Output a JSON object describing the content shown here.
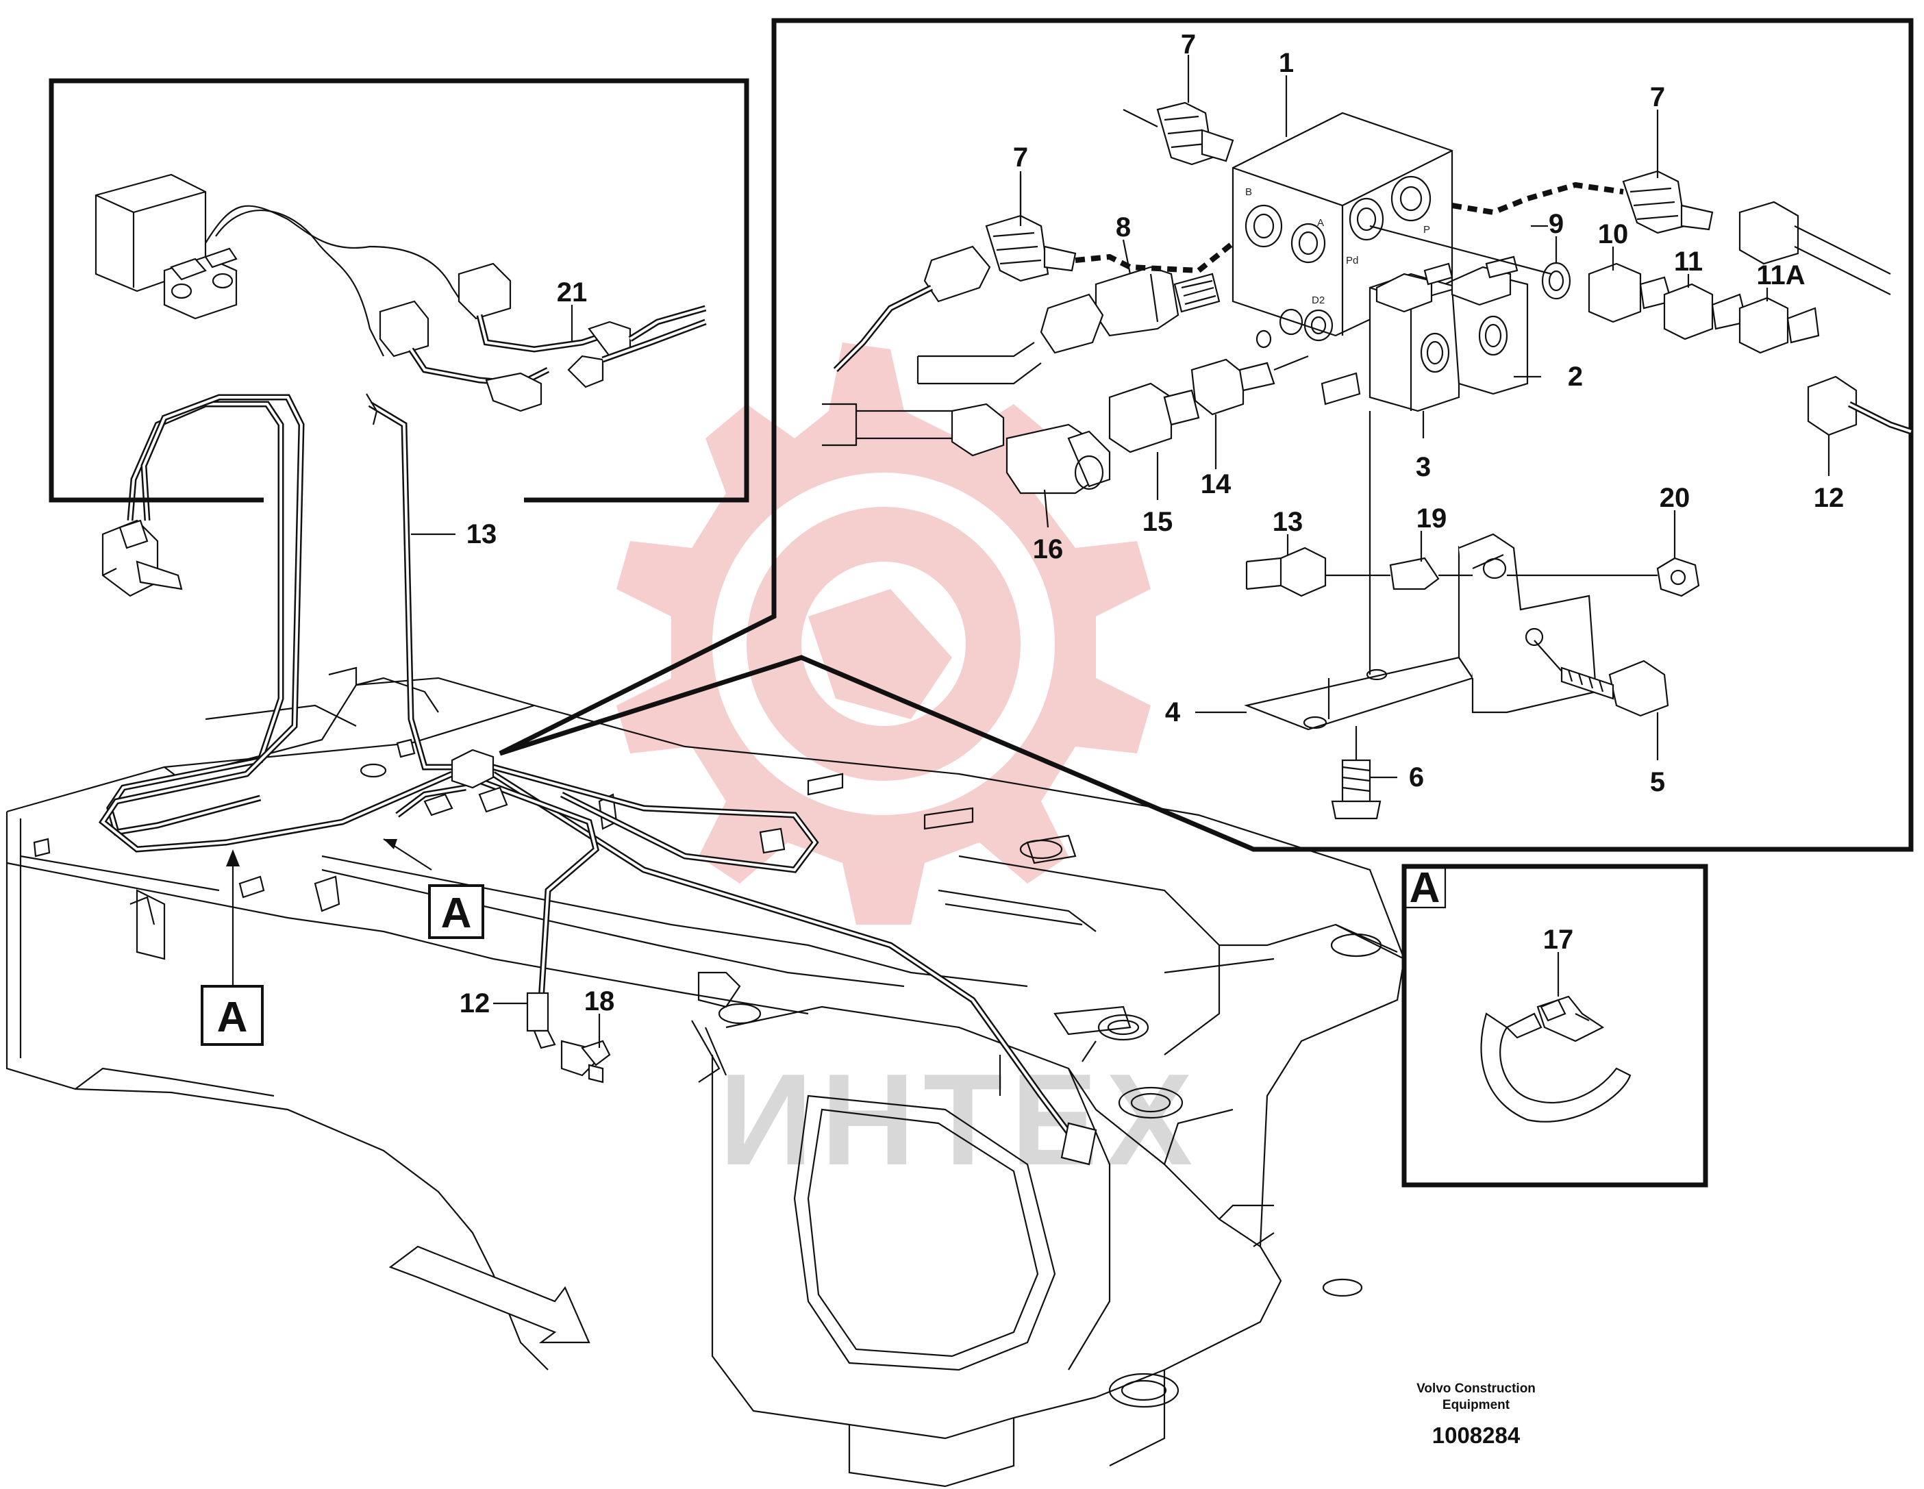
{
  "diagram": {
    "callouts": {
      "c1": "1",
      "c2": "2",
      "c3": "3",
      "c4": "4",
      "c5": "5",
      "c6": "6",
      "c7a": "7",
      "c7b": "7",
      "c7c": "7",
      "c8": "8",
      "c9": "9",
      "c10": "10",
      "c11": "11",
      "c11a": "11A",
      "c12a": "12",
      "c12b": "12",
      "c13a": "13",
      "c13b": "13",
      "c14": "14",
      "c15": "15",
      "c16": "16",
      "c17": "17",
      "c18": "18",
      "c19": "19",
      "c20": "20",
      "c21": "21"
    },
    "view_labels": {
      "view_a_main_1": "A",
      "view_a_main_2": "A",
      "view_a_detail": "A"
    },
    "ports": {
      "b": "B",
      "a": "A",
      "pd": "Pd",
      "p": "P",
      "d2": "D2"
    },
    "credit": {
      "line1": "Volvo Construction",
      "line2": "Equipment"
    },
    "document_number": "1008284",
    "watermark": "ИНТЕХ",
    "colors": {
      "watermark_logo": "#f4c6c6",
      "watermark_text": "#d8d8d8",
      "line": "#111111"
    }
  }
}
